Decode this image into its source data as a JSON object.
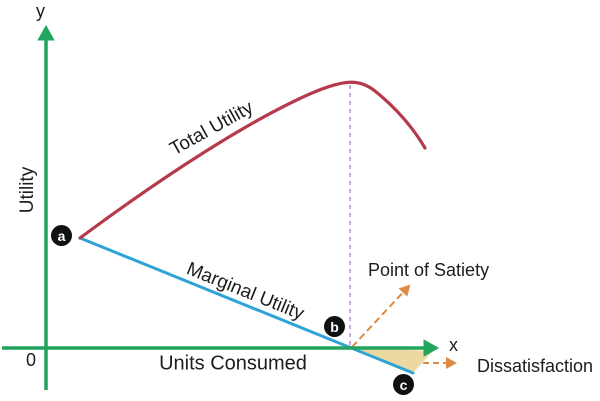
{
  "figure": {
    "y_axis_letter": "y",
    "x_axis_letter": "x",
    "origin_label": "0",
    "y_axis_title": "Utility",
    "x_axis_title": "Units Consumed",
    "curve_labels": {
      "total": "Total Utility",
      "marginal": "Marginal Utility"
    },
    "annotations": {
      "satiety": "Point of Satiety",
      "dissatisfaction": "Dissatisfaction"
    },
    "points": {
      "a": "a",
      "b": "b",
      "c": "c"
    }
  },
  "colors": {
    "axis_green": "#21a45d",
    "total_utility_red": "#b43a4c",
    "marginal_utility_blue": "#2ea3d6",
    "satiety_dash_purple": "#c793de",
    "annotation_arrow_orange": "#dd8b44",
    "dissatisfaction_area_tan": "#ecd9a2",
    "point_badge_black": "#111111",
    "point_letter_white": "#ffffff",
    "text_black": "#1d1d1d"
  },
  "chart_data": {
    "type": "line",
    "xlabel": "Units Consumed",
    "ylabel": "Utility",
    "x_axis_numeric": false,
    "y_axis_numeric": false,
    "series": [
      {
        "name": "Total Utility",
        "color": "#b43a4c",
        "shape": "rises from point a on the utility axis, flattens and peaks at the point of satiety (above point b), then declines"
      },
      {
        "name": "Marginal Utility",
        "color": "#2ea3d6",
        "shape": "straight falling line from point a, crosses the x-axis at point b (point of satiety), becomes negative down to point c (dissatisfaction region)"
      }
    ],
    "annotations": [
      "Point of Satiety",
      "Dissatisfaction"
    ],
    "marked_points": [
      "a",
      "b",
      "c"
    ],
    "legend_position": "labels along curves",
    "grid": false
  }
}
